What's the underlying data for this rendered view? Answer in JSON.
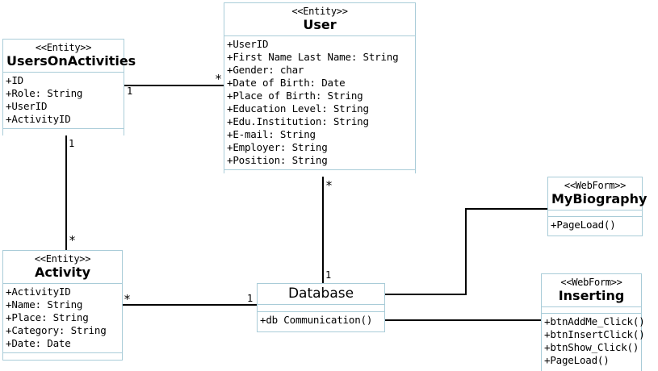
{
  "diagram": {
    "type": "uml-class-diagram",
    "title": "",
    "border_color": "#a9ccd8",
    "line_color": "#000000",
    "background": "#ffffff"
  },
  "classes": [
    {
      "id": "users-on-activities",
      "stereotype": "<<Entity>>",
      "name": "UsersOnActivities",
      "attributes": [
        "+ID",
        "+Role: String",
        "+UserID",
        "+ActivityID"
      ],
      "operations": []
    },
    {
      "id": "user",
      "stereotype": "<<Entity>>",
      "name": "User",
      "attributes": [
        "+UserID",
        "+First Name Last Name: String",
        "+Gender: char",
        "+Date of Birth: Date",
        "+Place of Birth: String",
        "+Education Level: String",
        "+Edu.Institution: String",
        "+E-mail: String",
        "+Employer: String",
        "+Position: String"
      ],
      "operations": []
    },
    {
      "id": "activity",
      "stereotype": "<<Entity>>",
      "name": "Activity",
      "attributes": [
        "+ActivityID",
        "+Name: String",
        "+Place: String",
        "+Category: String",
        "+Date: Date"
      ],
      "operations": []
    },
    {
      "id": "database",
      "stereotype": "",
      "name": "Database",
      "attributes": [],
      "operations": [
        "+db Communication()"
      ]
    },
    {
      "id": "my-biography",
      "stereotype": "<<WebForm>>",
      "name": "MyBiography",
      "attributes": [],
      "operations": [
        "+PageLoad()"
      ]
    },
    {
      "id": "inserting",
      "stereotype": "<<WebForm>>",
      "name": "Inserting",
      "attributes": [],
      "operations": [
        "+btnAddMe_Click()",
        "+btnInsertClick()",
        "+btnShow_Click()",
        "+PageLoad()"
      ]
    }
  ],
  "associations": [
    {
      "id": "assoc-uoa-user",
      "from": "users-on-activities",
      "to": "user",
      "from_multiplicity": "1",
      "to_multiplicity": "*"
    },
    {
      "id": "assoc-uoa-activity",
      "from": "users-on-activities",
      "to": "activity",
      "from_multiplicity": "1",
      "to_multiplicity": "*"
    },
    {
      "id": "assoc-user-database",
      "from": "user",
      "to": "database",
      "from_multiplicity": "*",
      "to_multiplicity": "1"
    },
    {
      "id": "assoc-activity-database",
      "from": "activity",
      "to": "database",
      "from_multiplicity": "*",
      "to_multiplicity": "1"
    },
    {
      "id": "assoc-database-mybiography",
      "from": "database",
      "to": "my-biography",
      "from_multiplicity": "",
      "to_multiplicity": ""
    },
    {
      "id": "assoc-database-inserting",
      "from": "database",
      "to": "inserting",
      "from_multiplicity": "",
      "to_multiplicity": ""
    }
  ]
}
